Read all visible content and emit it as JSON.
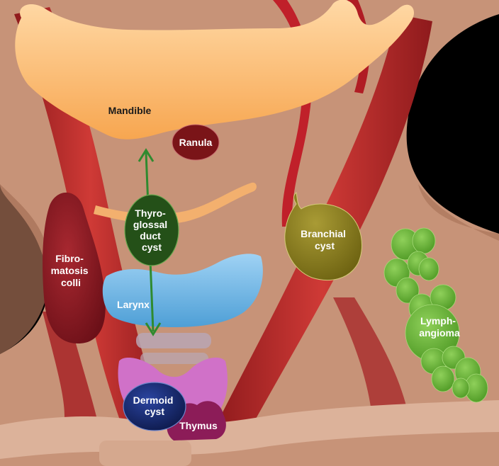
{
  "labels": {
    "mandible": "Mandible",
    "ranula": "Ranula",
    "thyroglossal": [
      "Thyro-",
      "glossal",
      "duct",
      "cyst"
    ],
    "fibromatosis": [
      "Fibro-",
      "matosis",
      "colli"
    ],
    "larynx": "Larynx",
    "branchial": [
      "Branchial",
      "cyst"
    ],
    "lymphangioma": [
      "Lymph-",
      "angioma"
    ],
    "dermoid": [
      "Dermoid",
      "cyst"
    ],
    "thymus": "Thymus"
  },
  "colors": {
    "background": "#000000",
    "skin": "#c79378",
    "skin_shadow": "#a56f55",
    "mandible": "#fbb36b",
    "muscle": "#b8262a",
    "ranula": "#7a1418",
    "thyroglossal": "#245018",
    "arrow": "#2f8a2f",
    "fibromatosis": "#8b1a22",
    "larynx": "#6ab6e6",
    "branchial": "#8a7d1e",
    "lymphangioma": "#6db33a",
    "dermoid": "#14276a",
    "thymus": "#d071c8",
    "thymus_mass": "#8c1c58",
    "clavicle": "#dcb29a"
  }
}
